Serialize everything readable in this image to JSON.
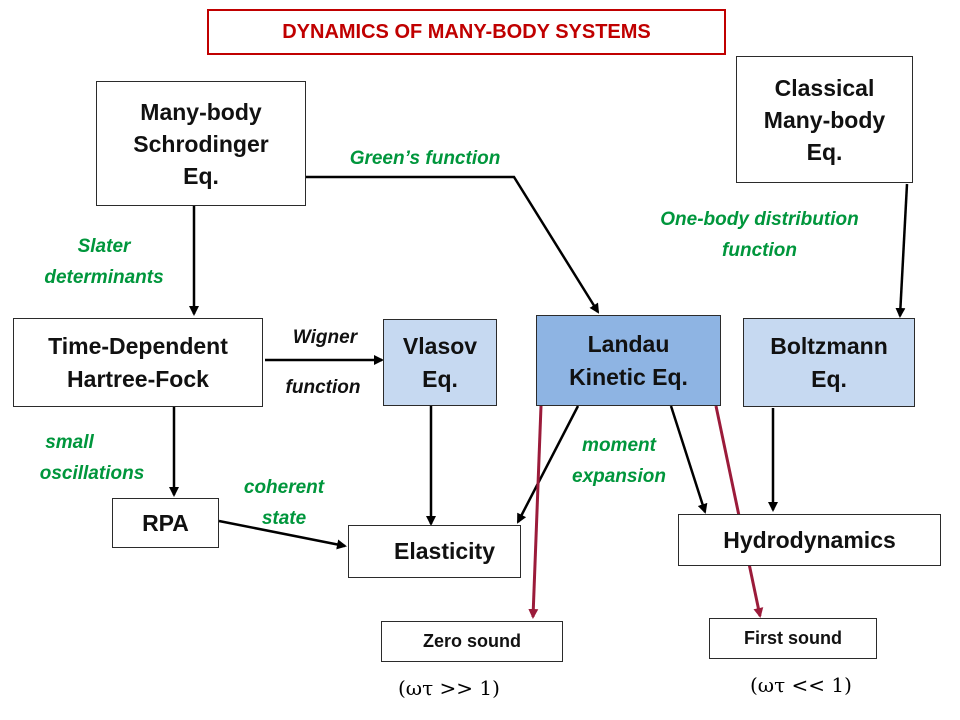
{
  "title": "DYNAMICS OF MANY-BODY SYSTEMS",
  "nodes": {
    "many_body_schrodinger": [
      "Many-body",
      "Schrodinger",
      "Eq."
    ],
    "classical_many_body": [
      "Classical",
      "Many-body",
      "Eq."
    ],
    "tdhf": [
      "Time-Dependent",
      "Hartree-Fock"
    ],
    "vlasov": [
      "Vlasov",
      "Eq."
    ],
    "landau": [
      "Landau",
      "Kinetic Eq."
    ],
    "boltzmann": [
      "Boltzmann",
      "Eq."
    ],
    "rpa": "RPA",
    "elasticity": "Elasticity",
    "hydrodynamics": "Hydrodynamics",
    "zero_sound": "Zero sound",
    "first_sound": "First sound"
  },
  "edge_labels": {
    "greens_function": "Green’s function",
    "one_body_distribution": [
      "One-body distribution",
      "function"
    ],
    "slater_determinants": [
      "Slater",
      "determinants"
    ],
    "wigner": "Wigner",
    "function": "function",
    "small_oscillations": [
      "small",
      "oscillations"
    ],
    "coherent_state": [
      "coherent",
      "state"
    ],
    "moment_expansion": [
      "moment",
      "expansion"
    ]
  },
  "conditions": {
    "zero_sound": "(ωτ >> 1)",
    "first_sound": "(ωτ << 1)"
  },
  "colors": {
    "title": "#c00000",
    "label_green": "#00963c",
    "arrow_dark": "#000000",
    "arrow_crimson": "#9b1b3a",
    "box_light_blue": "#c6d9f1",
    "box_mid_blue": "#8eb4e3"
  }
}
